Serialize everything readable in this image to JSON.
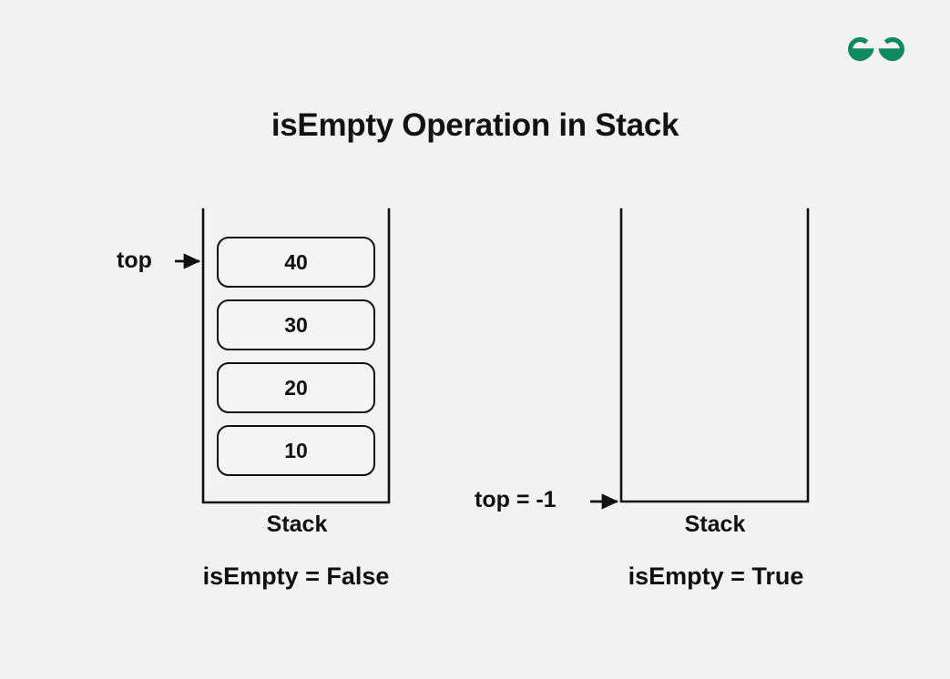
{
  "brand": {
    "logo_name": "geeksforgeeks-logo",
    "logo_color": "#0d8a5f"
  },
  "title": "isEmpty Operation in Stack",
  "theme": {
    "background": "#f2f2f2",
    "ink": "#101010",
    "cell_fill": "#f4f4f4"
  },
  "diagrams": [
    {
      "id": "non-empty-stack",
      "pointer_label": "top",
      "caption": "Stack",
      "result": "isEmpty = False",
      "elements": [
        "40",
        "30",
        "20",
        "10"
      ]
    },
    {
      "id": "empty-stack",
      "pointer_label": "top = -1",
      "caption": "Stack",
      "result": "isEmpty = True",
      "elements": []
    }
  ]
}
